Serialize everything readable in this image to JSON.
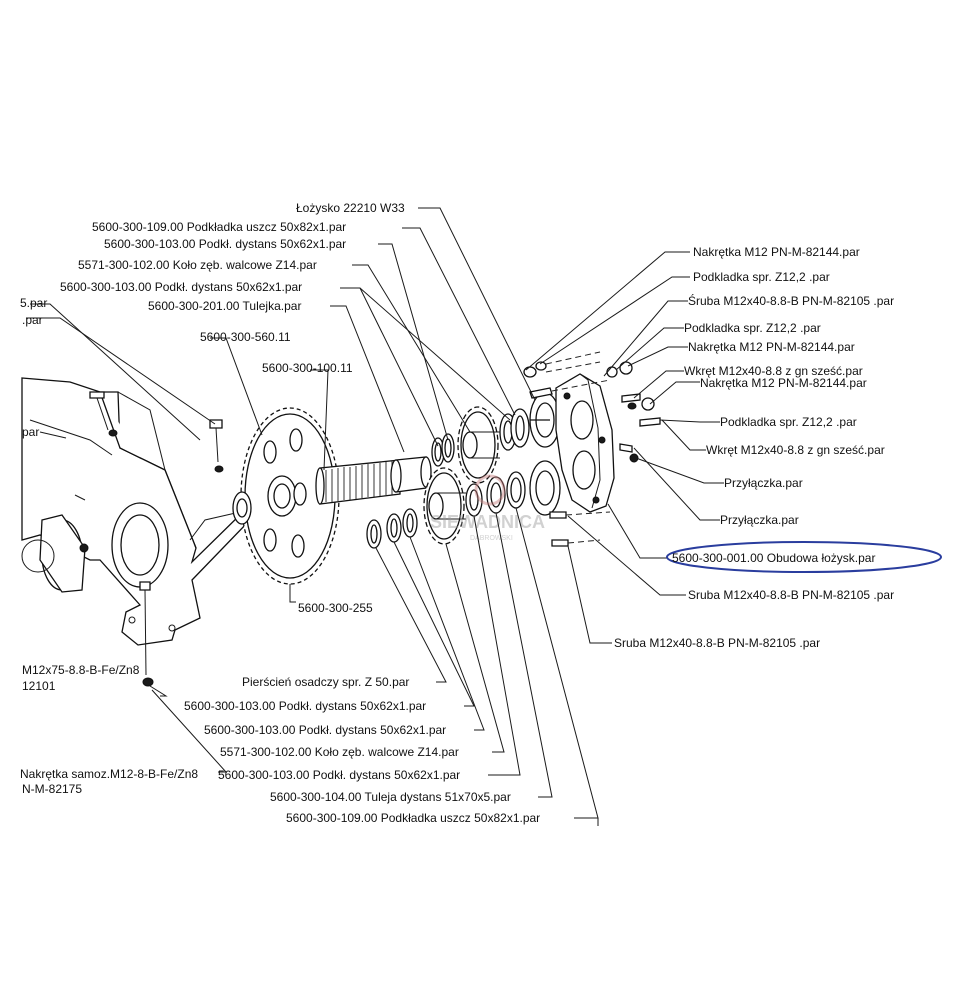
{
  "labels": {
    "lozysko": "Łożysko 22210 W33",
    "podkl_uszcz_top": "5600-300-109.00 Podkładka uszcz 50x82x1.par",
    "podkl_dyst_1": "5600-300-103.00 Podkł. dystans 50x62x1.par",
    "kolo_top": "5571-300-102.00 Koło zęb. walcowe Z14.par",
    "podkl_dyst_2": "5600-300-103.00 Podkł. dystans 50x62x1.par",
    "tulejka": "5600-300-201.00 Tulejka.par",
    "part_560": "5600-300-560.11",
    "part_100": "5600-300-100.11",
    "part_255": "5600-300-255",
    "left_par_1": "5.par",
    "left_par_2": ".par",
    "left_par_3": "par",
    "left_m12x75": "M12x75-8.8-B-Fe/Zn8",
    "left_2101": "12101",
    "left_nakretka": "Nakrętka samoz.M12-8-B-Fe/Zn8",
    "left_pnm": "N-M-82175",
    "nakretka_1": "Nakrętka M12  PN-M-82144.par",
    "podkl_spr_1": "Podkladka spr. Z12,2 .par",
    "sruba_1": "Śruba M12x40-8.8-B PN-M-82105 .par",
    "podkl_spr_2": "Podkladka spr. Z12,2 .par",
    "nakretka_2": "Nakrętka M12  PN-M-82144.par",
    "wkret_1": "Wkręt M12x40-8.8 z gn sześć.par",
    "nakretka_3": "Nakrętka M12  PN-M-82144.par",
    "podkl_spr_3": "Podkladka spr. Z12,2 .par",
    "wkret_2": "Wkręt M12x40-8.8 z gn sześć.par",
    "przylaczka_1": "Przyłączka.par",
    "przylaczka_2": "Przyłączka.par",
    "obudowa": "5600-300-001.00 Obudowa łożysk.par",
    "sruba_2": "Sruba M12x40-8.8-B PN-M-82105 .par",
    "sruba_3": "Sruba M12x40-8.8-B PN-M-82105 .par",
    "pierscien": "Pierścień osadczy spr. Z 50.par",
    "b_podkl_1": "5600-300-103.00 Podkł. dystans 50x62x1.par",
    "b_podkl_2": "5600-300-103.00 Podkł. dystans 50x62x1.par",
    "b_kolo": "5571-300-102.00 Koło zęb. walcowe Z14.par",
    "b_podkl_3": "5600-300-103.00 Podkł. dystans 50x62x1.par",
    "b_tuleja": "5600-300-104.00 Tuleja dystans 51x70x5.par",
    "b_podkl_uszcz": "5600-300-109.00 Podkładka uszcz 50x82x1.par"
  },
  "watermark": {
    "line1": "SIEWADNICA",
    "line2": "DĄBROWSKI"
  },
  "colors": {
    "ink": "#111111",
    "highlight": "#2a3d9e",
    "watermark": "#c47a7a"
  }
}
